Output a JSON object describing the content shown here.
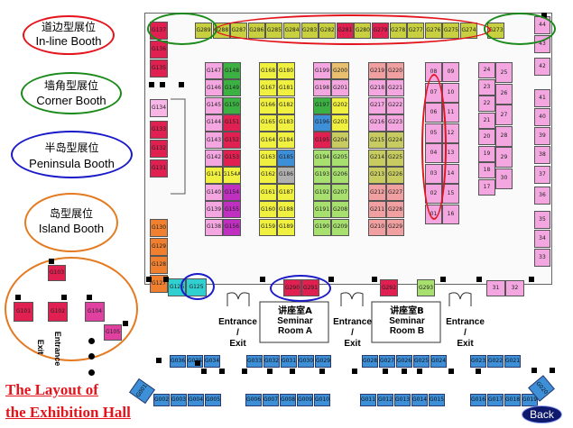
{
  "page": {
    "title_line1": "The Layout of",
    "title_line2": "the Exhibition Hall",
    "back_label": "Back"
  },
  "legend": [
    {
      "cn": "道边型展位",
      "en": "In-line Booth",
      "color": "#e3141c"
    },
    {
      "cn": "墙角型展位",
      "en": "Corner Booth",
      "color": "#1b8a1b"
    },
    {
      "cn": "半岛型展位",
      "en": "Peninsula Booth",
      "color": "#1a1ac8"
    },
    {
      "cn": "岛型展位",
      "en": "Island Booth",
      "color": "#e47b22"
    }
  ],
  "labels": {
    "entrance": "Entrance",
    "slash": "/",
    "exit": "Exit",
    "vertical_entrance": "Entrance",
    "vertical_exit": "Exit"
  },
  "rooms": [
    {
      "cn": "讲座室A",
      "en1": "Seminar",
      "en2": "Room A"
    },
    {
      "cn": "讲座室B",
      "en1": "Seminar",
      "en2": "Room B"
    }
  ],
  "booths": {
    "top_row": [
      "G289",
      "G288",
      "G287",
      "G286",
      "G285",
      "G284",
      "G283",
      "G282",
      "G281",
      "G280",
      "G279",
      "G278",
      "G277",
      "G276",
      "G275",
      "G274",
      "G273"
    ],
    "left_col": [
      "G137",
      "G136",
      "G135",
      "G134",
      "G133",
      "G132",
      "G131"
    ],
    "left_lower": [
      "G130",
      "G129",
      "G128",
      "G127"
    ],
    "col_a": [
      "G147",
      "G146",
      "G145",
      "G144",
      "G143",
      "G142",
      "G141",
      "G140",
      "G139",
      "G138"
    ],
    "col_b": [
      "G148",
      "G149",
      "G150",
      "G151",
      "G152",
      "G153",
      "G154A",
      "G154",
      "G155",
      "G156"
    ],
    "col_c": [
      "G168",
      "G167",
      "G166",
      "G165",
      "G164",
      "G163",
      "G162",
      "G161",
      "G160",
      "G159"
    ],
    "col_d": [
      "G180",
      "G181",
      "G182",
      "G183",
      "G184",
      "G185",
      "G186",
      "G187",
      "G188",
      "G189"
    ],
    "col_e": [
      "G199",
      "G198",
      "G197",
      "G196",
      "G195",
      "G194",
      "G193",
      "G192",
      "G191",
      "G190"
    ],
    "col_f": [
      "G200",
      "G201",
      "G202",
      "G203",
      "G204",
      "G205",
      "G206",
      "G207",
      "G208",
      "G209"
    ],
    "col_g": [
      "G219",
      "G218",
      "G217",
      "G216",
      "G215",
      "G214",
      "G213",
      "G212",
      "G211",
      "G210"
    ],
    "col_h": [
      "G220",
      "G221",
      "G222",
      "G223",
      "G224",
      "G225",
      "G226",
      "G227",
      "G228",
      "G229"
    ],
    "col_i": [
      "08",
      "07",
      "06",
      "05",
      "04",
      "03",
      "02",
      "01"
    ],
    "col_j": [
      "09",
      "10",
      "11",
      "12",
      "13",
      "14",
      "15",
      "16"
    ],
    "col_k": [
      "24",
      "23",
      "22",
      "21",
      "20",
      "19",
      "18",
      "17"
    ],
    "col_l": [
      "25",
      "26",
      "27",
      "28",
      "29",
      "30"
    ],
    "right_col": [
      "44",
      "43",
      "42",
      "41",
      "40",
      "39",
      "38",
      "37",
      "36",
      "35",
      "34",
      "33"
    ],
    "bottom_inner": [
      "G126",
      "G125",
      "G290",
      "G291",
      "G292",
      "G293",
      "31",
      "32"
    ],
    "island": [
      "G103",
      "G101",
      "G102",
      "G104",
      "G105"
    ],
    "gb_top_1": [
      "G036",
      "G035",
      "G034"
    ],
    "gb_top_2": [
      "G033",
      "G032",
      "G031",
      "G030",
      "G029"
    ],
    "gb_top_3": [
      "G028",
      "G027",
      "G026",
      "G025",
      "G024"
    ],
    "gb_top_4": [
      "G023",
      "G022",
      "G021"
    ],
    "gb_bot_1": [
      "G002",
      "G003",
      "G004",
      "G005"
    ],
    "gb_bot_2": [
      "G006",
      "G007",
      "G008",
      "G009",
      "G010"
    ],
    "gb_bot_3": [
      "G011",
      "G012",
      "G013",
      "G014",
      "G015"
    ],
    "gb_bot_4": [
      "G016",
      "G017",
      "G018",
      "G019"
    ],
    "gb_corner_left": "G001",
    "gb_corner_right": "G020"
  },
  "colors": {
    "red": "#e02050",
    "pink": "#f4a6e0",
    "lightpink": "#f7b6e6",
    "yellow": "#f0f040",
    "lime": "#9ee05a",
    "green": "#3cb043",
    "purple": "#c030c0",
    "magenta": "#e040a0",
    "orange": "#f08030",
    "blue": "#3d8fd8",
    "cyan": "#30d0d0",
    "salmon": "#f0a0a0",
    "olive": "#c8d040",
    "tan": "#e8c070",
    "gray": "#b0b0b0",
    "khaki": "#c8cc60",
    "lightgreen": "#a8e070"
  }
}
